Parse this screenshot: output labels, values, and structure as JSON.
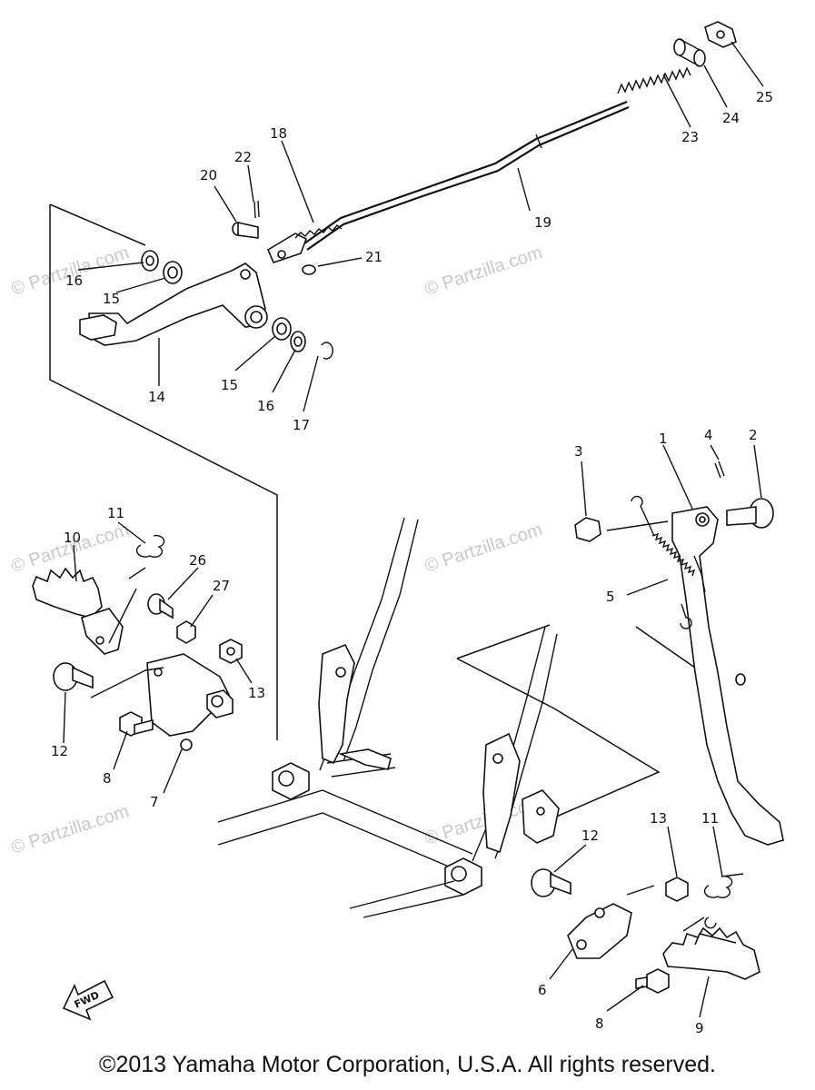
{
  "watermark": "© Partzilla.com",
  "copyright": "©2013 Yamaha Motor Corporation, U.S.A. All rights reserved.",
  "fwd_label": "FWD",
  "callouts": [
    "1",
    "2",
    "3",
    "4",
    "5",
    "6",
    "7",
    "8",
    "8",
    "9",
    "10",
    "11",
    "11",
    "12",
    "12",
    "13",
    "13",
    "14",
    "15",
    "15",
    "16",
    "16",
    "17",
    "18",
    "19",
    "20",
    "21",
    "22",
    "23",
    "24",
    "25",
    "26",
    "27"
  ]
}
